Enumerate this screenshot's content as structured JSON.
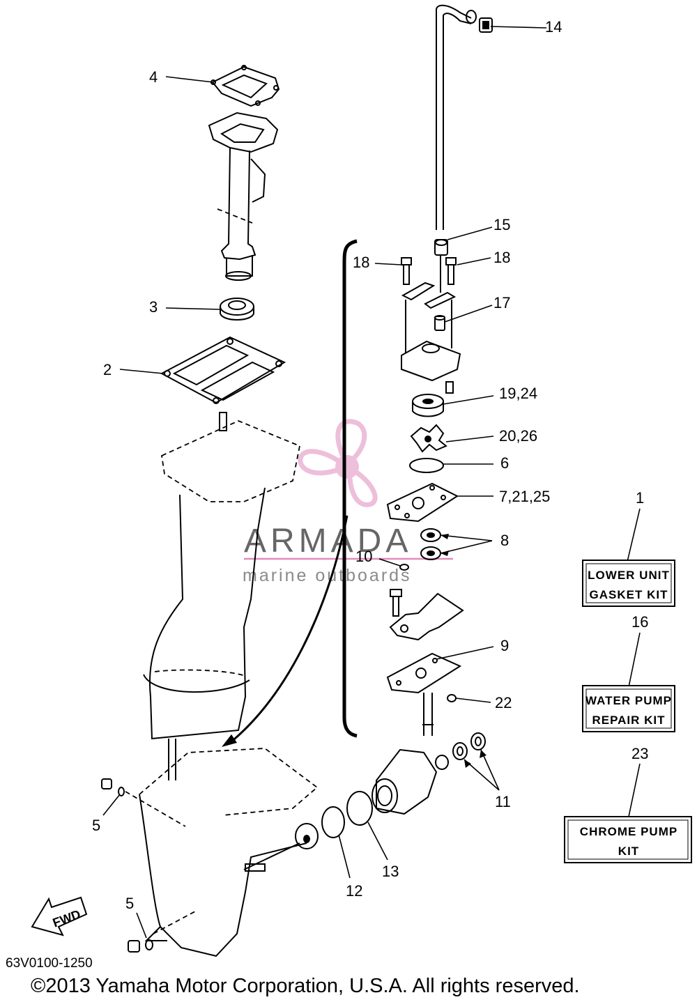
{
  "callouts": {
    "c1": "1",
    "c2": "2",
    "c3": "3",
    "c4": "4",
    "c5a": "5",
    "c5b": "5",
    "c6": "6",
    "c7": "7,21,25",
    "c8": "8",
    "c9": "9",
    "c10": "10",
    "c11": "11",
    "c12": "12",
    "c13": "13",
    "c14": "14",
    "c15": "15",
    "c16": "16",
    "c17": "17",
    "c18a": "18",
    "c18b": "18",
    "c19": "19,24",
    "c20": "20,26",
    "c22": "22",
    "c23": "23"
  },
  "kits": {
    "lower_unit": [
      "LOWER UNIT",
      "GASKET KIT"
    ],
    "water_pump": [
      "WATER PUMP",
      "REPAIR KIT"
    ],
    "chrome_pump": [
      "CHROME PUMP",
      "KIT"
    ]
  },
  "fwd_label": "FWD",
  "diagram_code": "63V0100-1250",
  "copyright": "©2013 Yamaha Motor Corporation, U.S.A. All rights reserved.",
  "watermark": {
    "brand": "ARMADA",
    "tagline": "marine outboards"
  },
  "colors": {
    "line": "#000000",
    "watermark_pink": "#e08cbc",
    "watermark_gray": "#666666"
  }
}
